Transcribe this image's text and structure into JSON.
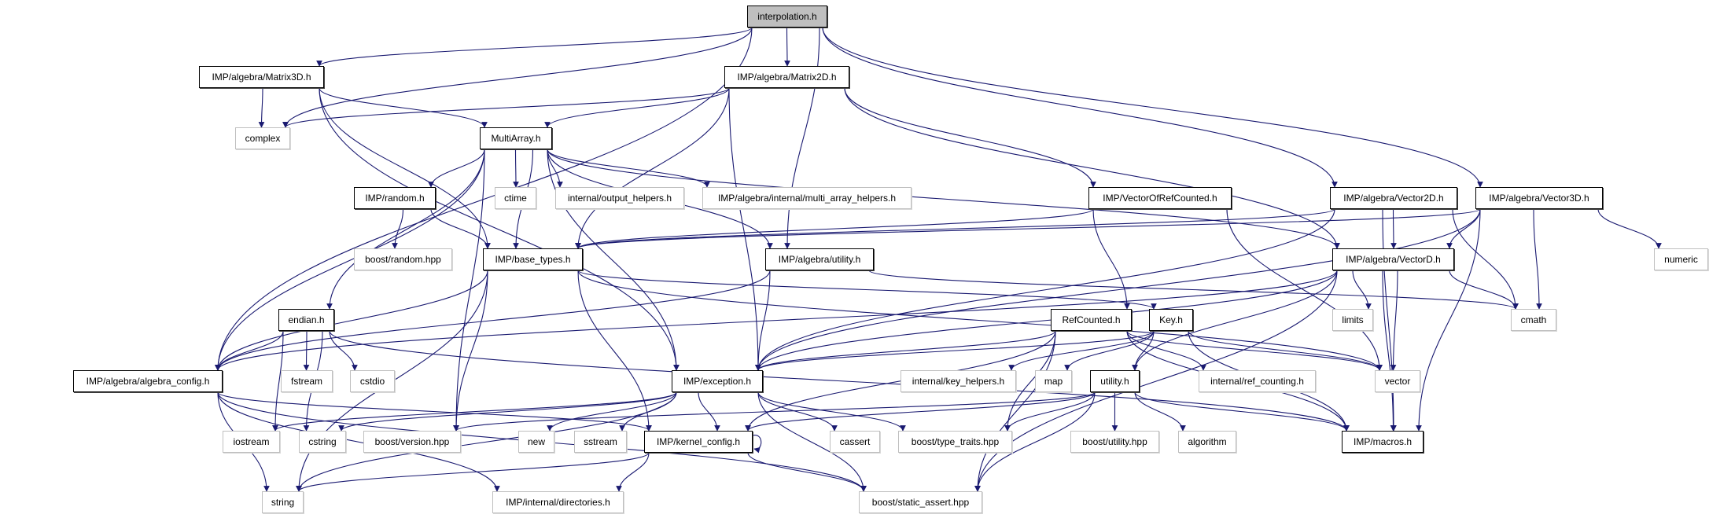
{
  "graph": {
    "edge_color": "#191970",
    "root_fill": "#bfbfbf",
    "nodes": [
      {
        "id": "interp",
        "label": "interpolation.h",
        "kind": "root"
      },
      {
        "id": "m3d",
        "label": "IMP/algebra/Matrix3D.h",
        "kind": "project"
      },
      {
        "id": "m2d",
        "label": "IMP/algebra/Matrix2D.h",
        "kind": "project"
      },
      {
        "id": "complex",
        "label": "complex",
        "kind": "system"
      },
      {
        "id": "multi",
        "label": "MultiArray.h",
        "kind": "project"
      },
      {
        "id": "random",
        "label": "IMP/random.h",
        "kind": "project"
      },
      {
        "id": "ctime",
        "label": "ctime",
        "kind": "system"
      },
      {
        "id": "outh",
        "label": "internal/output_helpers.h",
        "kind": "system"
      },
      {
        "id": "mah",
        "label": "IMP/algebra/internal/multi_array_helpers.h",
        "kind": "system"
      },
      {
        "id": "vorc",
        "label": "IMP/VectorOfRefCounted.h",
        "kind": "project"
      },
      {
        "id": "v2d",
        "label": "IMP/algebra/Vector2D.h",
        "kind": "project"
      },
      {
        "id": "v3d",
        "label": "IMP/algebra/Vector3D.h",
        "kind": "project"
      },
      {
        "id": "brand",
        "label": "boost/random.hpp",
        "kind": "system"
      },
      {
        "id": "base",
        "label": "IMP/base_types.h",
        "kind": "project"
      },
      {
        "id": "autil",
        "label": "IMP/algebra/utility.h",
        "kind": "project"
      },
      {
        "id": "vecd",
        "label": "IMP/algebra/VectorD.h",
        "kind": "project"
      },
      {
        "id": "numeric",
        "label": "numeric",
        "kind": "system"
      },
      {
        "id": "endian",
        "label": "endian.h",
        "kind": "project"
      },
      {
        "id": "refc",
        "label": "RefCounted.h",
        "kind": "project"
      },
      {
        "id": "key",
        "label": "Key.h",
        "kind": "project"
      },
      {
        "id": "limits",
        "label": "limits",
        "kind": "system"
      },
      {
        "id": "cmath",
        "label": "cmath",
        "kind": "system"
      },
      {
        "id": "aconf",
        "label": "IMP/algebra/algebra_config.h",
        "kind": "project"
      },
      {
        "id": "fstream",
        "label": "fstream",
        "kind": "system"
      },
      {
        "id": "cstdio",
        "label": "cstdio",
        "kind": "system"
      },
      {
        "id": "exc",
        "label": "IMP/exception.h",
        "kind": "project"
      },
      {
        "id": "keyh",
        "label": "internal/key_helpers.h",
        "kind": "system"
      },
      {
        "id": "map",
        "label": "map",
        "kind": "system"
      },
      {
        "id": "util",
        "label": "utility.h",
        "kind": "project"
      },
      {
        "id": "refcnt",
        "label": "internal/ref_counting.h",
        "kind": "system"
      },
      {
        "id": "vector",
        "label": "vector",
        "kind": "system"
      },
      {
        "id": "iostream",
        "label": "iostream",
        "kind": "system"
      },
      {
        "id": "cstring",
        "label": "cstring",
        "kind": "system"
      },
      {
        "id": "bver",
        "label": "boost/version.hpp",
        "kind": "system"
      },
      {
        "id": "new",
        "label": "new",
        "kind": "system"
      },
      {
        "id": "sstream",
        "label": "sstream",
        "kind": "system"
      },
      {
        "id": "kconf",
        "label": "IMP/kernel_config.h",
        "kind": "project"
      },
      {
        "id": "cassert",
        "label": "cassert",
        "kind": "system"
      },
      {
        "id": "btt",
        "label": "boost/type_traits.hpp",
        "kind": "system"
      },
      {
        "id": "butil",
        "label": "boost/utility.hpp",
        "kind": "system"
      },
      {
        "id": "algorithm",
        "label": "algorithm",
        "kind": "system"
      },
      {
        "id": "macros",
        "label": "IMP/macros.h",
        "kind": "project"
      },
      {
        "id": "string",
        "label": "string",
        "kind": "system"
      },
      {
        "id": "dirs",
        "label": "IMP/internal/directories.h",
        "kind": "system"
      },
      {
        "id": "bsa",
        "label": "boost/static_assert.hpp",
        "kind": "system"
      }
    ],
    "edges": [
      [
        "interp",
        "m3d"
      ],
      [
        "interp",
        "m2d"
      ],
      [
        "interp",
        "complex"
      ],
      [
        "interp",
        "aconf"
      ],
      [
        "interp",
        "autil"
      ],
      [
        "interp",
        "v2d"
      ],
      [
        "interp",
        "v3d"
      ],
      [
        "m3d",
        "complex"
      ],
      [
        "m3d",
        "multi"
      ],
      [
        "m3d",
        "base"
      ],
      [
        "m3d",
        "exc"
      ],
      [
        "m2d",
        "complex"
      ],
      [
        "m2d",
        "multi"
      ],
      [
        "m2d",
        "base"
      ],
      [
        "m2d",
        "vecd"
      ],
      [
        "m2d",
        "vorc"
      ],
      [
        "m2d",
        "exc"
      ],
      [
        "multi",
        "random"
      ],
      [
        "multi",
        "ctime"
      ],
      [
        "multi",
        "outh"
      ],
      [
        "multi",
        "mah"
      ],
      [
        "multi",
        "base"
      ],
      [
        "multi",
        "endian"
      ],
      [
        "multi",
        "aconf"
      ],
      [
        "multi",
        "bver"
      ],
      [
        "multi",
        "exc"
      ],
      [
        "multi",
        "vecd"
      ],
      [
        "multi",
        "autil"
      ],
      [
        "random",
        "brand"
      ],
      [
        "random",
        "base"
      ],
      [
        "vorc",
        "base"
      ],
      [
        "vorc",
        "refc"
      ],
      [
        "vorc",
        "vector"
      ],
      [
        "v2d",
        "base"
      ],
      [
        "v2d",
        "vecd"
      ],
      [
        "v2d",
        "cmath"
      ],
      [
        "v2d",
        "macros"
      ],
      [
        "v2d",
        "exc"
      ],
      [
        "v3d",
        "base"
      ],
      [
        "v3d",
        "vecd"
      ],
      [
        "v3d",
        "cmath"
      ],
      [
        "v3d",
        "numeric"
      ],
      [
        "v3d",
        "macros"
      ],
      [
        "v3d",
        "exc"
      ],
      [
        "base",
        "aconf"
      ],
      [
        "base",
        "string"
      ],
      [
        "base",
        "bver"
      ],
      [
        "base",
        "kconf"
      ],
      [
        "base",
        "key"
      ],
      [
        "base",
        "vector"
      ],
      [
        "autil",
        "aconf"
      ],
      [
        "autil",
        "exc"
      ],
      [
        "autil",
        "cmath"
      ],
      [
        "vecd",
        "aconf"
      ],
      [
        "vecd",
        "exc"
      ],
      [
        "vecd",
        "util"
      ],
      [
        "vecd",
        "limits"
      ],
      [
        "vecd",
        "vector"
      ],
      [
        "vecd",
        "cmath"
      ],
      [
        "vecd",
        "macros"
      ],
      [
        "vecd",
        "bsa"
      ],
      [
        "endian",
        "aconf"
      ],
      [
        "endian",
        "fstream"
      ],
      [
        "endian",
        "cstdio"
      ],
      [
        "endian",
        "iostream"
      ],
      [
        "endian",
        "cstring"
      ],
      [
        "endian",
        "macros"
      ],
      [
        "aconf",
        "string"
      ],
      [
        "aconf",
        "dirs"
      ],
      [
        "aconf",
        "bsa"
      ],
      [
        "aconf",
        "kconf"
      ],
      [
        "exc",
        "iostream"
      ],
      [
        "exc",
        "cstring"
      ],
      [
        "exc",
        "string"
      ],
      [
        "exc",
        "new"
      ],
      [
        "exc",
        "sstream"
      ],
      [
        "exc",
        "kconf"
      ],
      [
        "exc",
        "cassert"
      ],
      [
        "exc",
        "btt"
      ],
      [
        "exc",
        "bsa"
      ],
      [
        "kconf",
        "kconf"
      ],
      [
        "kconf",
        "string"
      ],
      [
        "kconf",
        "dirs"
      ],
      [
        "kconf",
        "bsa"
      ],
      [
        "refc",
        "exc"
      ],
      [
        "refc",
        "kconf"
      ],
      [
        "refc",
        "refcnt"
      ],
      [
        "refc",
        "vector"
      ],
      [
        "refc",
        "macros"
      ],
      [
        "refc",
        "btt"
      ],
      [
        "refc",
        "bsa"
      ],
      [
        "key",
        "exc"
      ],
      [
        "key",
        "keyh"
      ],
      [
        "key",
        "map"
      ],
      [
        "key",
        "util"
      ],
      [
        "key",
        "vector"
      ],
      [
        "key",
        "macros"
      ],
      [
        "util",
        "btt"
      ],
      [
        "util",
        "butil"
      ],
      [
        "util",
        "algorithm"
      ],
      [
        "util",
        "macros"
      ],
      [
        "util",
        "bsa"
      ],
      [
        "util",
        "kconf"
      ],
      [
        "util",
        "bver"
      ]
    ]
  }
}
